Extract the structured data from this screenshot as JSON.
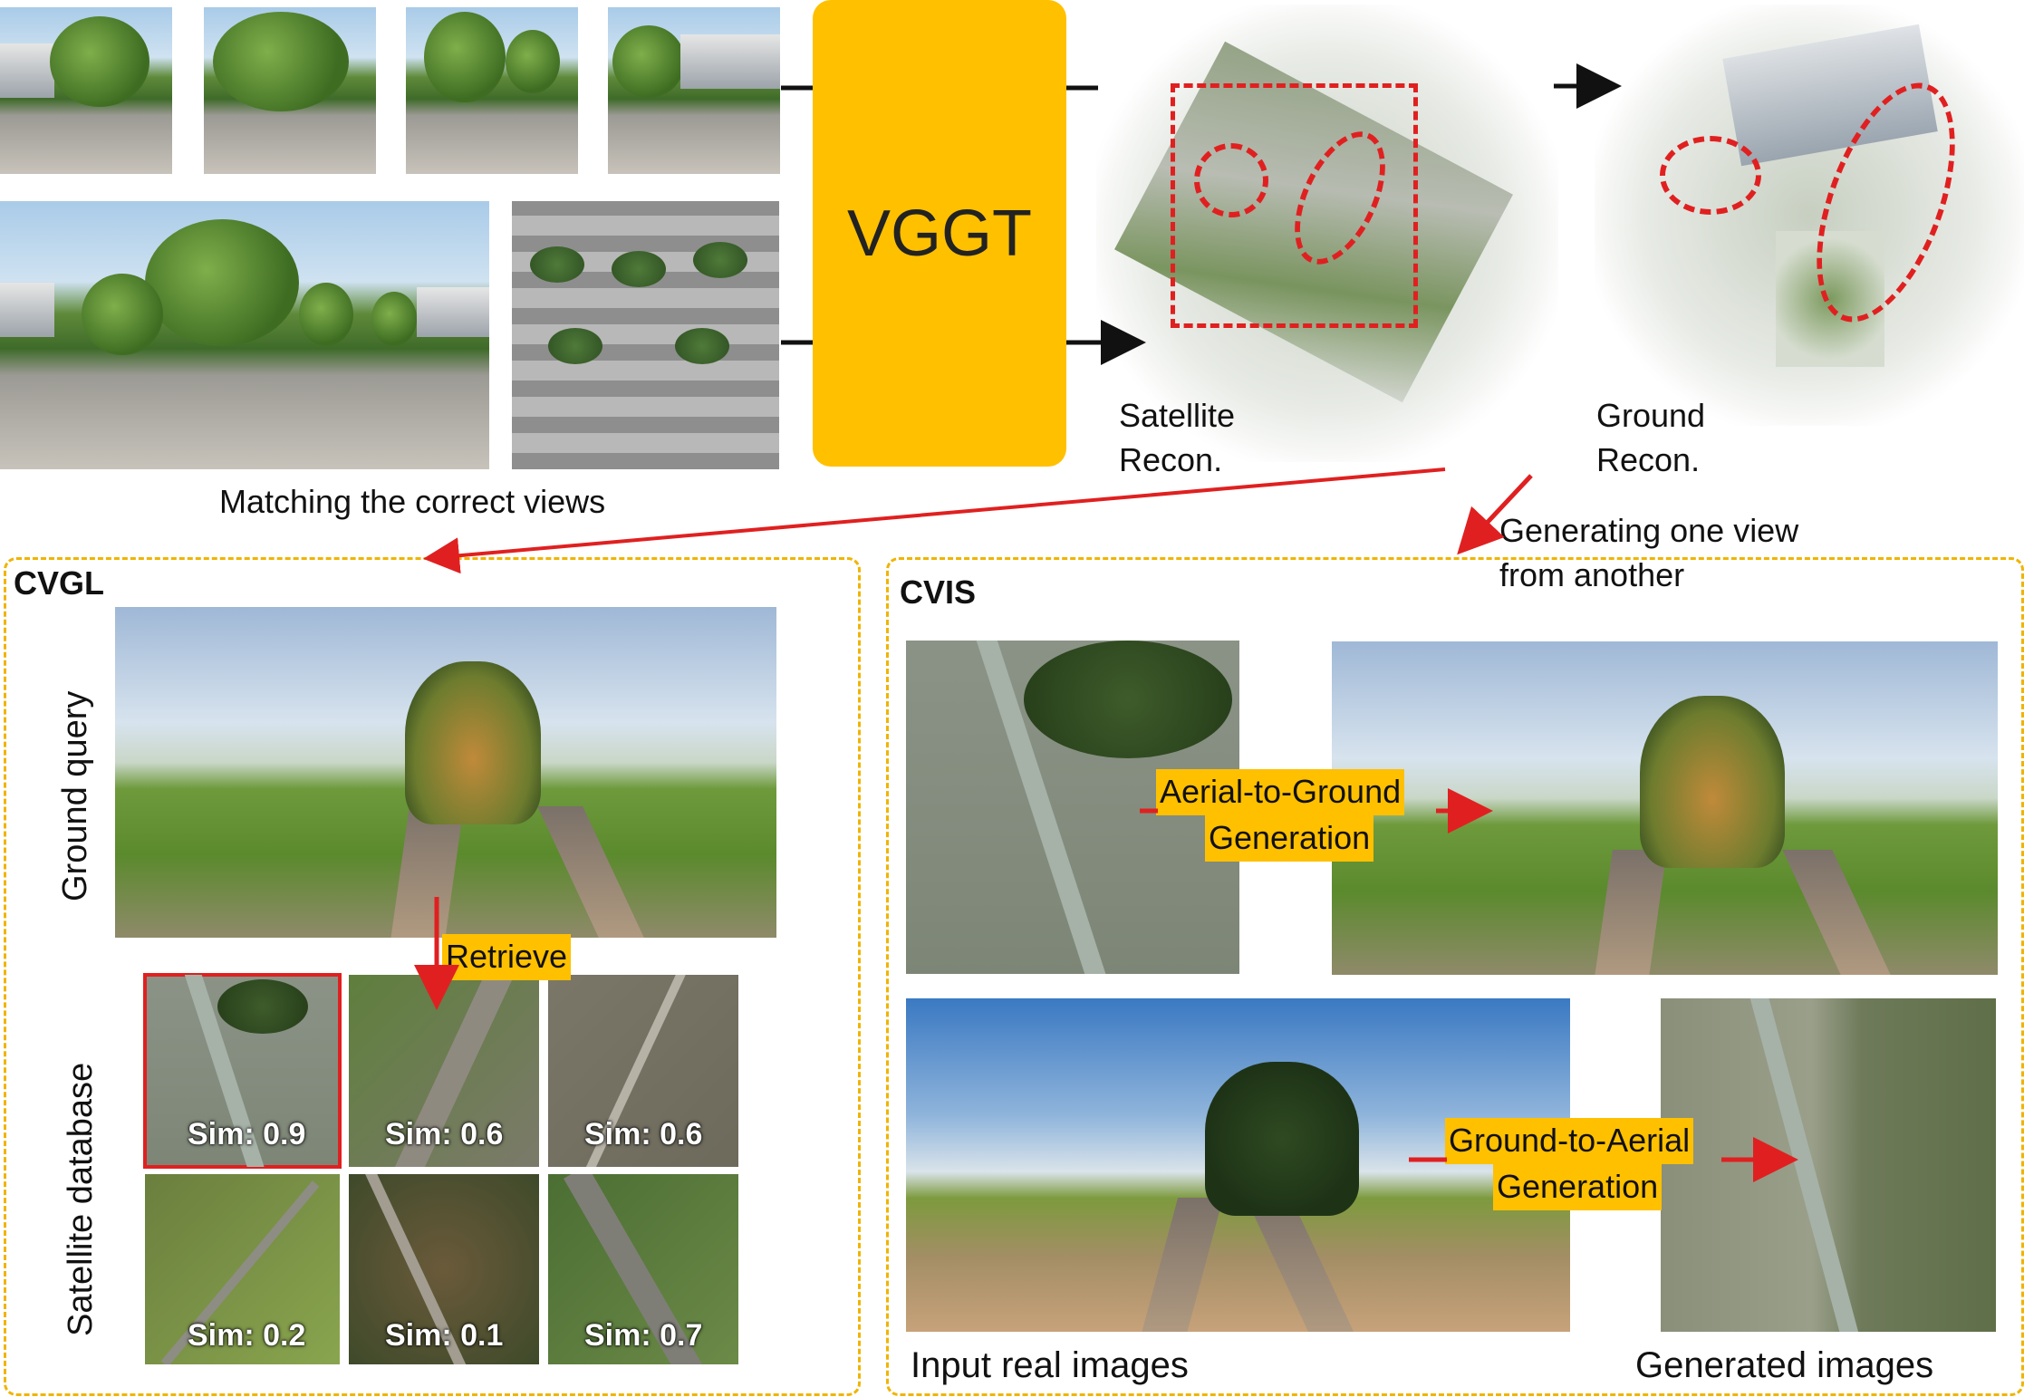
{
  "top": {
    "model_label": "VGGT",
    "satellite_recon_label_line1": "Satellite",
    "satellite_recon_label_line2": "Recon.",
    "ground_recon_label_line1": "Ground",
    "ground_recon_label_line2": "Recon.",
    "matching_caption": "Matching the correct views",
    "generating_caption_line1": "Generating one view",
    "generating_caption_line2": "from another"
  },
  "cvgl": {
    "title": "CVGL",
    "ground_query_label": "Ground query",
    "satellite_db_label": "Satellite database",
    "retrieve_tag": "Retrieve",
    "sims": [
      "Sim: 0.9",
      "Sim: 0.6",
      "Sim: 0.6",
      "Sim: 0.2",
      "Sim: 0.1",
      "Sim: 0.7"
    ]
  },
  "cvis": {
    "title": "CVIS",
    "a2g_line1": "Aerial-to-Ground",
    "a2g_line2": "Generation",
    "g2a_line1": "Ground-to-Aerial",
    "g2a_line2": "Generation",
    "input_caption": "Input real images",
    "generated_caption": "Generated images"
  },
  "colors": {
    "accent_yellow": "#ffc000",
    "highlight_red": "#e02020",
    "panel_border": "#f0b400"
  }
}
